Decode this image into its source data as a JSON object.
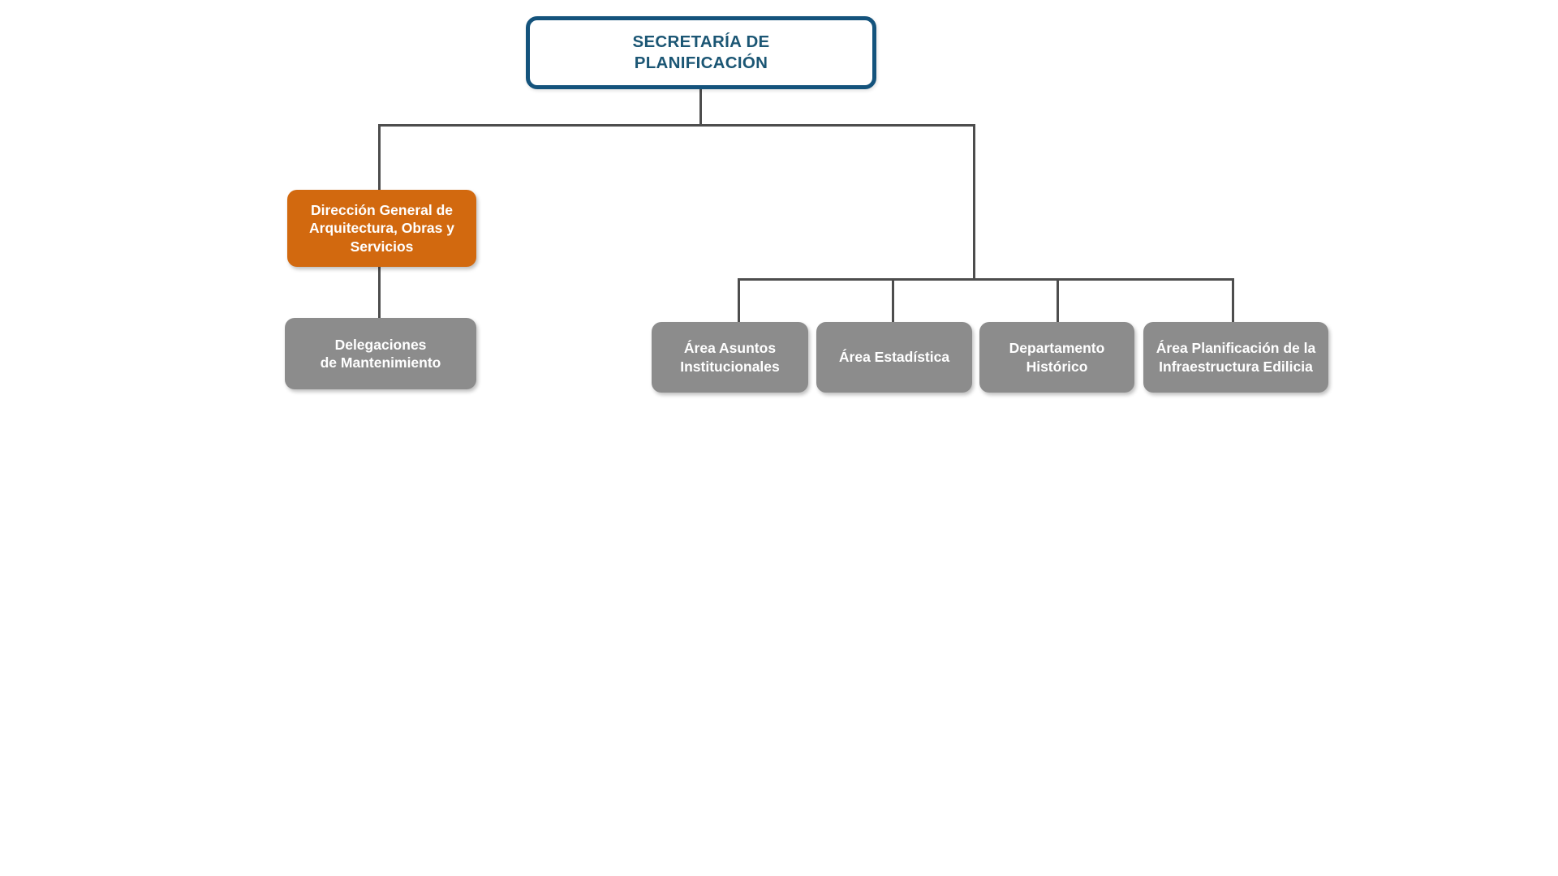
{
  "colors": {
    "accent-blue": "#14537c",
    "title-text": "#1b5674",
    "highlight-orange": "#d2690f",
    "node-gray": "#8c8c8c",
    "connector-gray": "#4d4d4d",
    "background": "#ffffff"
  },
  "org": {
    "root": {
      "label": "SECRETARÍA DE\nPLANIFICACIÓN"
    },
    "direccion_general": {
      "label": "Dirección General de\nArquitectura, Obras y\nServicios"
    },
    "delegaciones": {
      "label": "Delegaciones\nde Mantenimiento"
    },
    "asuntos": {
      "label": "Área Asuntos\nInstitucionales"
    },
    "estadistica": {
      "label": "Área Estadística"
    },
    "historico": {
      "label": "Departamento\nHistórico"
    },
    "planificacion": {
      "label": "Área Planificación de la\nInfraestructura Edilicia"
    }
  }
}
